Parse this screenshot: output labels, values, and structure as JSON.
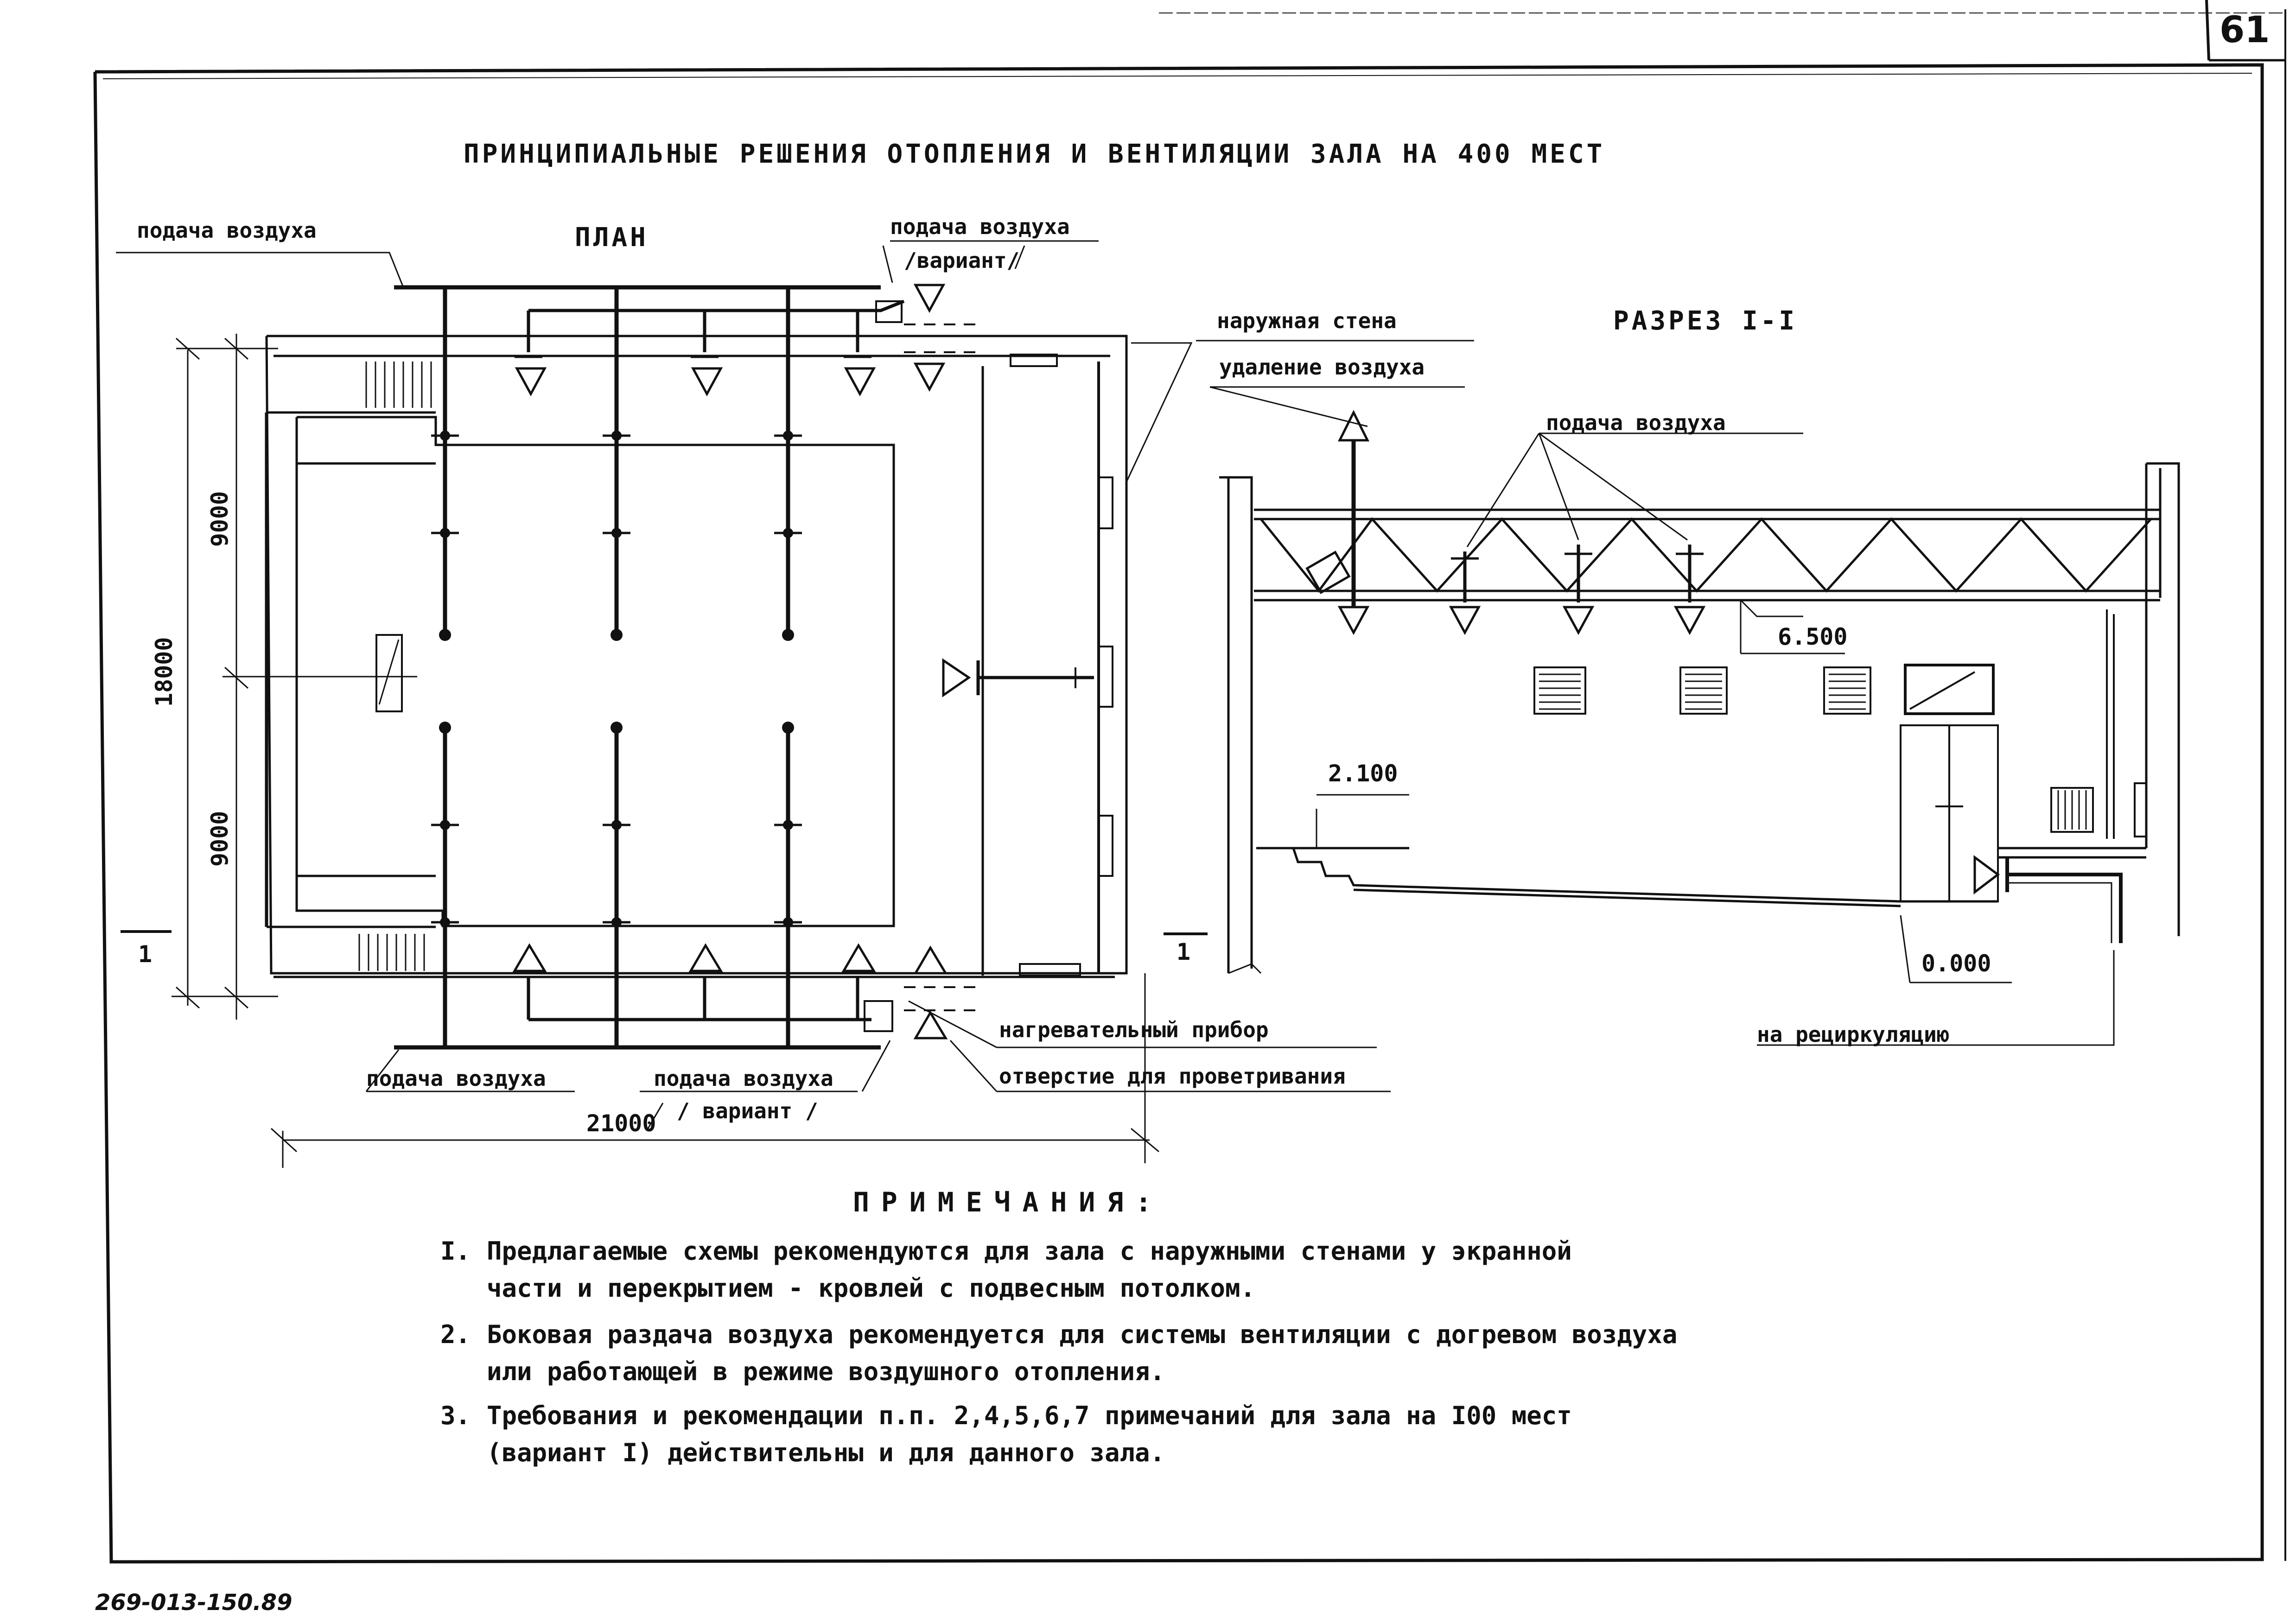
{
  "page_number": "61",
  "title": "ПРИНЦИПИАЛЬНЫЕ   РЕШЕНИЯ   ОТОПЛЕНИЯ   И   ВЕНТИЛЯЦИИ   ЗАЛА   НА   400  МЕСТ",
  "plan": {
    "heading": "ПЛАН",
    "labels": {
      "supply_top_left": "подача воздуха",
      "supply_top_right": "подача воздуха",
      "variant_top": "/вариант/",
      "supply_bottom_left": "подача воздуха",
      "supply_bottom_right": "подача воздуха",
      "variant_bottom": "/ вариант /",
      "heater": "нагревательный прибор",
      "vent_opening": "отверстие для  проветривания"
    },
    "dimensions": {
      "width": "21000",
      "height_total": "18000",
      "half_top": "9000",
      "half_bottom": "9000"
    },
    "section_marks": [
      "1",
      "1"
    ]
  },
  "section": {
    "heading": "РАЗРЕЗ  I-I",
    "labels": {
      "outer_wall": "наружная стена",
      "exhaust": "удаление воздуха",
      "supply": "подача воздуха",
      "recirculation": "на рециркуляцию"
    },
    "elevations": {
      "ceiling": "6.500",
      "step": "2.100",
      "floor": "0.000"
    }
  },
  "notes": {
    "heading": "ПРИМЕЧАНИЯ:",
    "items": [
      {
        "num": "I.",
        "line1": "Предлагаемые схемы рекомендуются для зала с наружными стенами   у экранной",
        "line2": "части и перекрытием - кровлей с подвесным потолком."
      },
      {
        "num": "2.",
        "line1": "Боковая раздача воздуха рекомендуется для системы вентиляции с догревом воздуха",
        "line2": "или работающей в режиме воздушного отопления."
      },
      {
        "num": "3.",
        "line1": "Требования и рекомендации п.п. 2,4,5,6,7 примечаний для зала на I00 мест",
        "line2": "(вариант I) действительны и для данного зала."
      }
    ]
  },
  "stamp": "269-013-150.89"
}
